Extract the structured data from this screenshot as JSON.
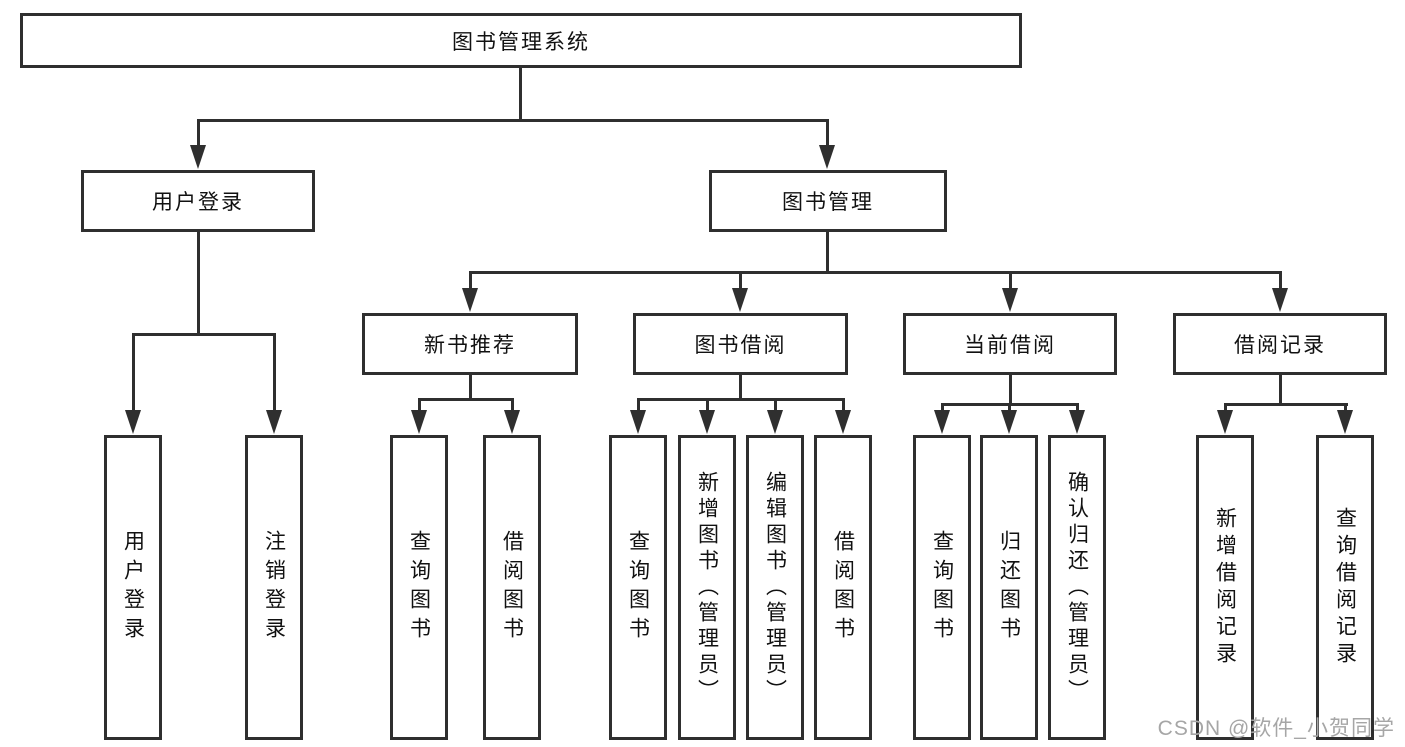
{
  "diagram_type": "hierarchy-tree",
  "diagram": {
    "root": "图书管理系统",
    "level2": [
      "用户登录",
      "图书管理"
    ],
    "level3": [
      "新书推荐",
      "图书借阅",
      "当前借阅",
      "借阅记录"
    ],
    "leaves": [
      "用户登录",
      "注销登录",
      "查询图书",
      "借阅图书",
      "查询图书",
      "新增图书（管理员）",
      "编辑图书（管理员）",
      "借阅图书",
      "查询图书",
      "归还图书",
      "确认归还（管理员）",
      "新增借阅记录",
      "查询借阅记录"
    ],
    "hierarchy": {
      "图书管理系统": {
        "用户登录": [
          "用户登录",
          "注销登录"
        ],
        "图书管理": {
          "新书推荐": [
            "查询图书",
            "借阅图书"
          ],
          "图书借阅": [
            "查询图书",
            "新增图书（管理员）",
            "编辑图书（管理员）",
            "借阅图书"
          ],
          "当前借阅": [
            "查询图书",
            "归还图书",
            "确认归还（管理员）"
          ],
          "借阅记录": [
            "新增借阅记录",
            "查询借阅记录"
          ]
        }
      }
    },
    "watermark": "CSDN @软件_小贺同学",
    "colors": {
      "line": "#2f2f2f",
      "box_border": "#2f2f2f",
      "box_fill": "#ffffff",
      "text": "#111111",
      "watermark": "#a6a6a6",
      "background": "#ffffff"
    }
  }
}
